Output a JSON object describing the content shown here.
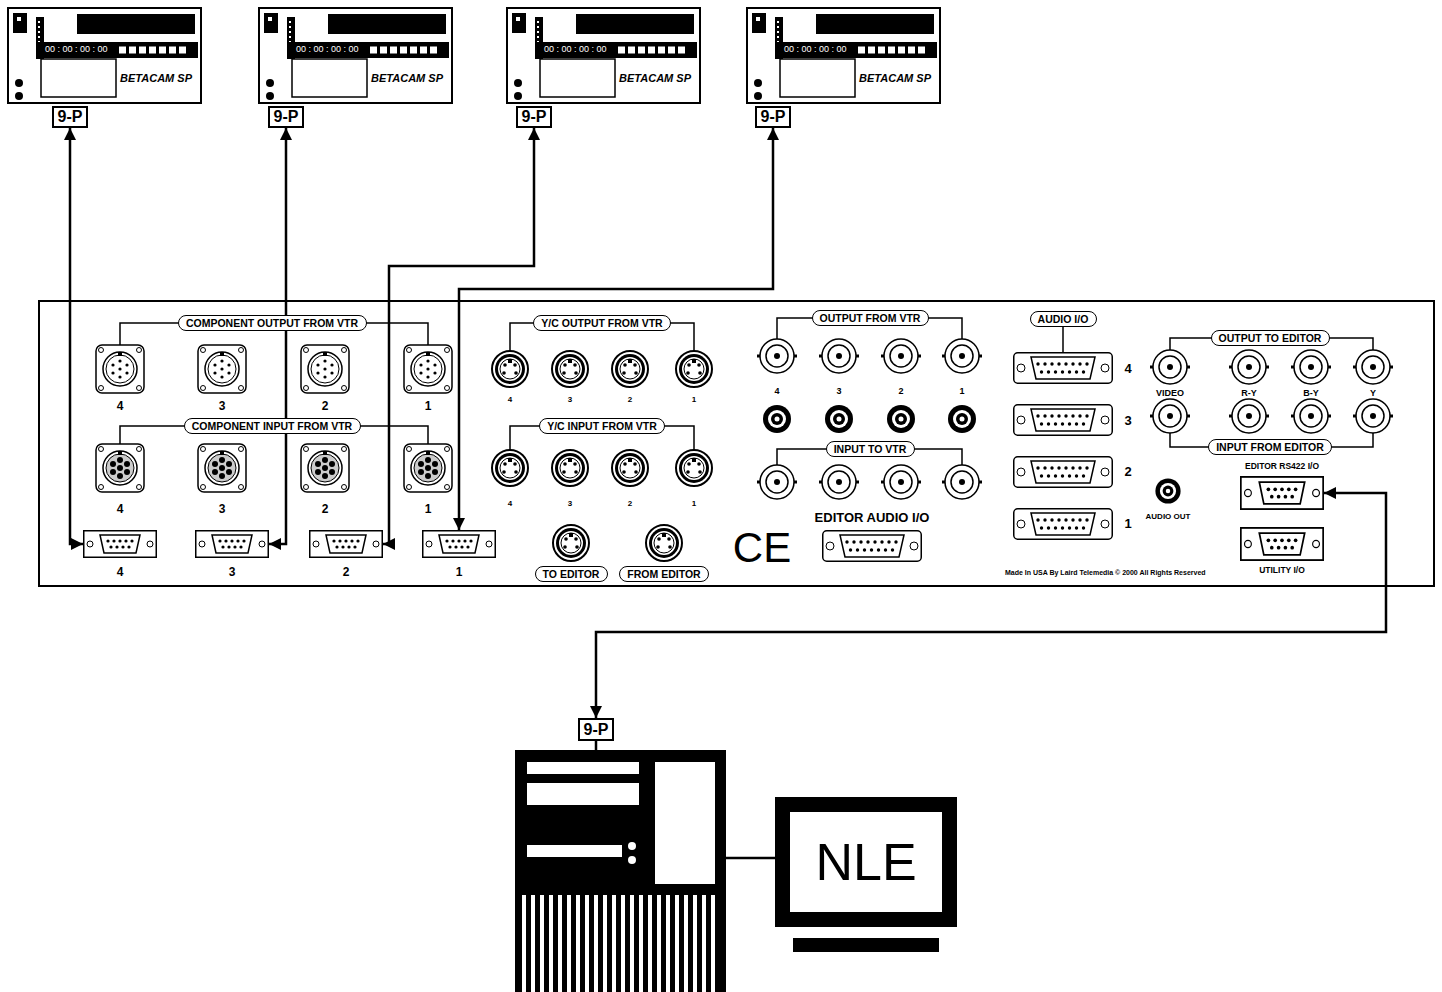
{
  "diagram": {
    "nodes": [
      {
        "text": [
          "00 : 00 : 00 : 00",
          "BETACAM SP"
        ]
      },
      {
        "text": [
          "00 : 00 : 00 : 00",
          "BETACAM SP"
        ]
      },
      {
        "text": [
          "00 : 00 : 00 : 00",
          "BETACAM SP"
        ]
      },
      {
        "text": [
          "00 : 00 : 00 : 00",
          "BETACAM SP"
        ]
      },
      {
        "text": [
          "9-P"
        ]
      },
      {
        "text": [
          "9-P"
        ]
      },
      {
        "text": [
          "9-P"
        ]
      },
      {
        "text": [
          "9-P"
        ]
      },
      {
        "text": [
          "Made In USA By Laird Telemedia © 2000 All Rights Reserved"
        ]
      },
      {
        "text": [
          "COMPONENT OUTPUT FROM VTR"
        ],
        "in": 8
      },
      {
        "text": [
          "COMPONENT INPUT FROM VTR"
        ],
        "in": 8
      },
      {
        "text": [
          "4"
        ],
        "in": 8
      },
      {
        "text": [
          "3"
        ],
        "in": 8
      },
      {
        "text": [
          "2"
        ],
        "in": 8
      },
      {
        "text": [
          "1"
        ],
        "in": 8
      },
      {
        "text": [
          "Y/C OUTPUT FROM VTR"
        ],
        "in": 8
      },
      {
        "text": [
          "Y/C INPUT FROM VTR"
        ],
        "in": 8
      },
      {
        "text": [
          "TO EDITOR"
        ],
        "in": 8
      },
      {
        "text": [
          "FROM EDITOR"
        ],
        "in": 8
      },
      {
        "text": [
          "OUTPUT FROM VTR"
        ],
        "in": 8
      },
      {
        "text": [
          "INPUT TO VTR"
        ],
        "in": 8
      },
      {
        "text": [
          "EDITOR AUDIO I/O"
        ],
        "in": 8
      },
      {
        "text": [
          "AUDIO I/O"
        ],
        "in": 8
      },
      {
        "text": [
          "OUTPUT TO EDITOR"
        ],
        "in": 8
      },
      {
        "text": [
          "INPUT FROM EDITOR"
        ],
        "in": 8
      },
      {
        "text": [
          "EDITOR RS422 I/O"
        ],
        "in": 8
      },
      {
        "text": [
          "UTILITY I/O"
        ],
        "in": 8
      },
      {
        "text": [
          "9-P"
        ]
      },
      {
        "text": [
          "NLE"
        ]
      }
    ],
    "edges": [
      {
        "from": 4,
        "to": 11,
        "arrow": "both"
      },
      {
        "from": 5,
        "to": 12,
        "arrow": "both"
      },
      {
        "from": 6,
        "to": 13,
        "arrow": "both"
      },
      {
        "from": 7,
        "to": 14,
        "arrow": "both"
      },
      {
        "from": 25,
        "to": 27,
        "arrow": "both"
      }
    ],
    "labels": [
      "4",
      "3",
      "2",
      "1",
      "4",
      "3",
      "2",
      "1",
      "4",
      "3",
      "2",
      "1",
      "4",
      "3",
      "2",
      "1",
      "4",
      "3",
      "2",
      "1",
      "CE",
      "4",
      "3",
      "2",
      "1",
      "VIDEO",
      "R-Y",
      "B-Y",
      "Y",
      "AUDIO OUT"
    ]
  }
}
